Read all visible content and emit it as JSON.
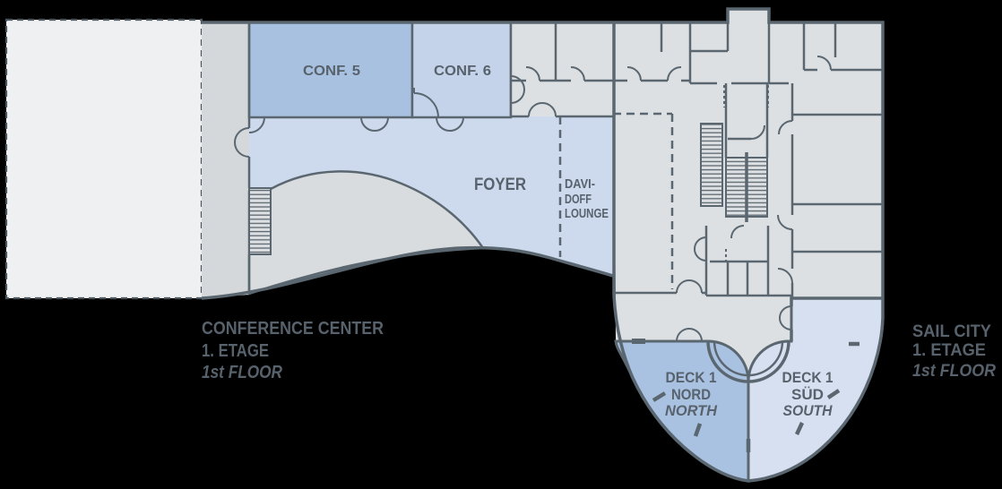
{
  "palette": {
    "background": "#000000",
    "wall": "#5b6770",
    "text": "#57626c",
    "room_gray": "#dde0e2",
    "corridor_gray": "#d5d8da",
    "void_gray": "#d9dcde",
    "annex_white": "#eef0f2",
    "conf5_blue": "#a9c1e0",
    "conf6_blue": "#c4d3e9",
    "foyer_blue": "#cdd9ec",
    "deck_nord_blue": "#a9c2e1",
    "deck_sued_blue": "#d7e0f0"
  },
  "plan": {
    "rooms": {
      "conf5": "CONF. 5",
      "conf6": "CONF. 6",
      "foyer": "FOYER",
      "davidoff_line1": "DAVI-",
      "davidoff_line2": "DOFF",
      "davidoff_line3": "LOUNGE"
    },
    "decks": {
      "nord_line1": "DECK 1",
      "nord_line2": "NORD",
      "nord_line3": "NORTH",
      "sued_line1": "DECK 1",
      "sued_line2": "SÜD",
      "sued_line3": "SOUTH"
    },
    "captions": {
      "left_line1": "CONFERENCE CENTER",
      "left_line2": "1. ETAGE",
      "left_line3": "1st FLOOR",
      "right_line1": "SAIL CITY",
      "right_line2": "1. ETAGE",
      "right_line3": "1st FLOOR"
    }
  }
}
